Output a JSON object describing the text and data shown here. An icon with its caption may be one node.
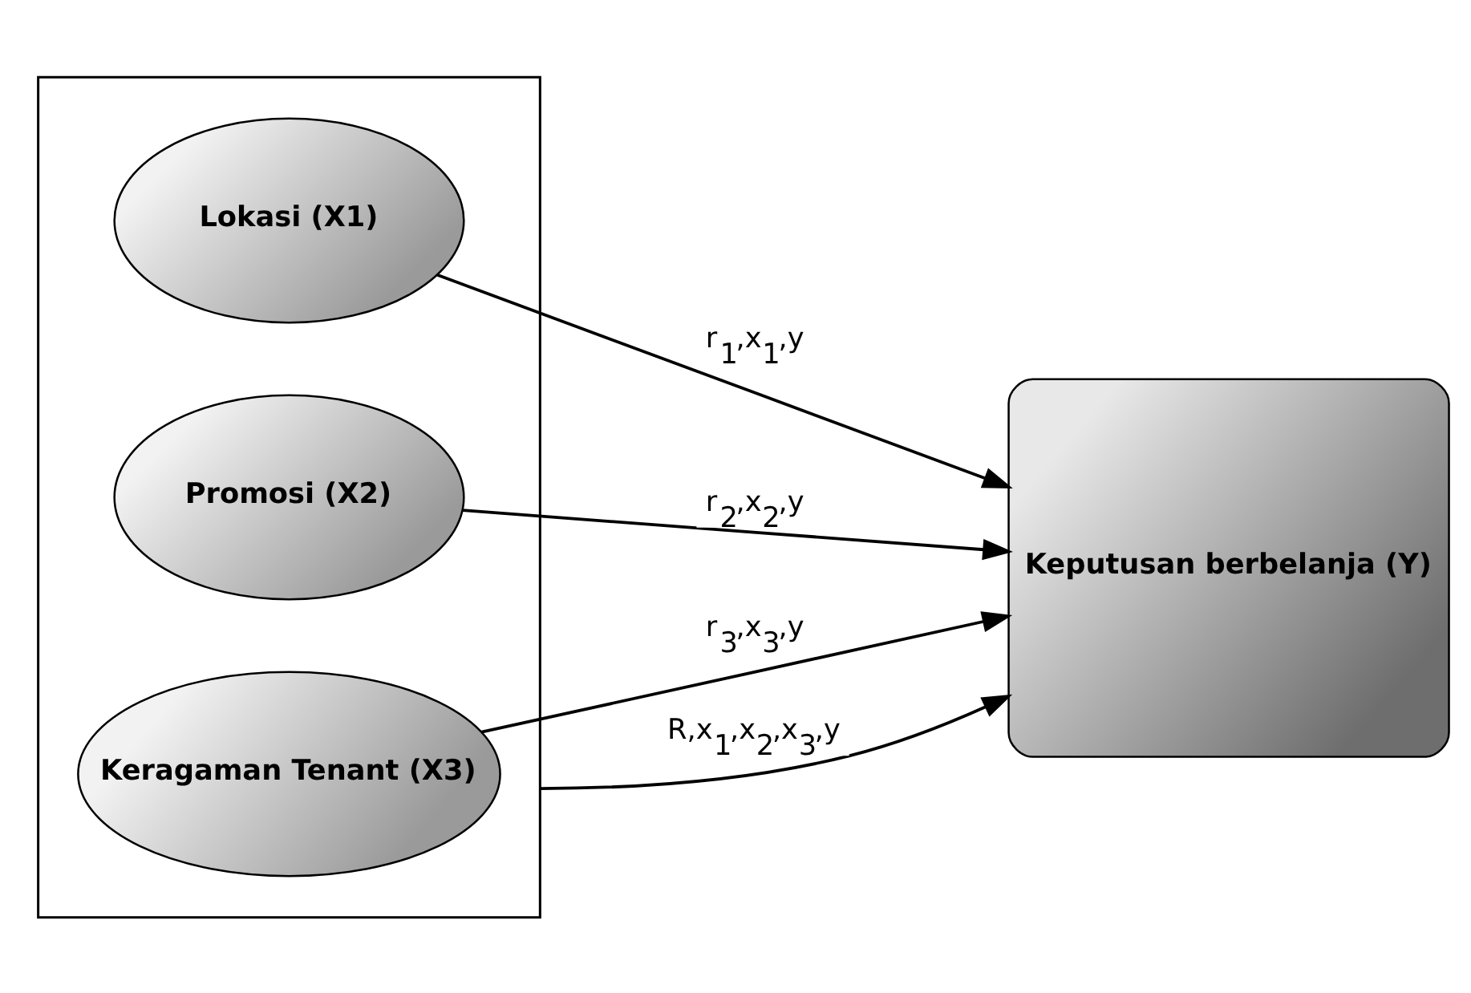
{
  "diagram": {
    "nodes": [
      {
        "text": [],
        "shape": "box"
      },
      {
        "text": [
          "Lokasi (X1)"
        ],
        "in": 0
      },
      {
        "text": [
          "Promosi (X2)"
        ],
        "in": 0
      },
      {
        "text": [
          "Keragaman Tenant (X3)"
        ],
        "in": 0
      },
      {
        "text": [
          "Keputusan berbelanja (Y)"
        ]
      }
    ],
    "edges": [
      {
        "from": 1,
        "to": 4,
        "arrow": "to",
        "label": "r$_{1}$,x$_{1}$,y"
      },
      {
        "from": 2,
        "to": 4,
        "arrow": "to",
        "label": "r$_{2}$,x$_{2}$,y"
      },
      {
        "from": 3,
        "to": 4,
        "arrow": "to",
        "label": "r$_{3}$,x$_{3}$,y"
      },
      {
        "from": 0,
        "to": 4,
        "arrow": "to",
        "label": "R,x$_{1}$,x$_{2}$,x$_{3}$,y"
      }
    ]
  }
}
